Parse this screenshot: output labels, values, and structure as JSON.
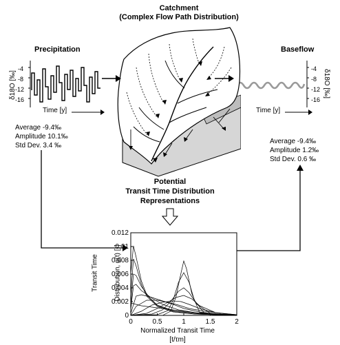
{
  "catchment": {
    "title_line1": "Catchment",
    "title_line2": "(Complex Flow Path Distribution)"
  },
  "precipitation": {
    "title": "Precipitation",
    "ylabel": "δ18O [‰]",
    "yticks": [
      "-4",
      "-8",
      "-12",
      "-16"
    ],
    "xlabel": "Time [y]",
    "stats": [
      "Average  -9.4‰",
      "Amplitude 10.1‰",
      "Std Dev. 3.4 ‰"
    ]
  },
  "baseflow": {
    "title": "Baseflow",
    "ylabel": "δ18O [‰]",
    "yticks": [
      "-4",
      "-8",
      "-12",
      "-16"
    ],
    "xlabel": "Time [y]",
    "stats": [
      "Average -9.4‰",
      "Amplitude 1.2‰",
      "Std Dev. 0.6 ‰"
    ]
  },
  "potential": {
    "line1": "Potential",
    "line2": "Transit Time Distribution",
    "line3": "Representations"
  },
  "colors": {
    "ink": "#000000",
    "baseflow_wave": "#9a9a9a",
    "shade": "#d0d0d0"
  },
  "chart_data": {
    "type": "line",
    "xlabel": "Normalized Transit Time",
    "xlabel_unit": "[t/τm]",
    "ylabel_line1": "Transit Time",
    "ylabel_line2": "Distribution, g(t) [-]",
    "xlim": [
      0,
      2
    ],
    "ylim": [
      0,
      0.012
    ],
    "xticks": [
      "0",
      "0.5",
      "1",
      "1.5",
      "2"
    ],
    "yticks": [
      "0",
      "0.002",
      "0.004",
      "0.006",
      "0.008",
      "0.01",
      "0.012"
    ],
    "series": [
      {
        "x": [
          0,
          0.05,
          0.1,
          0.2,
          0.3,
          0.5,
          0.8,
          1.2,
          1.6,
          2
        ],
        "y": [
          0.006,
          0.0101,
          0.0085,
          0.005,
          0.003,
          0.0014,
          0.0006,
          0.0002,
          0.0001,
          0.0
        ]
      },
      {
        "x": [
          0,
          0.05,
          0.1,
          0.2,
          0.3,
          0.5,
          0.8,
          1.2,
          1.6,
          2
        ],
        "y": [
          0.003,
          0.0082,
          0.0072,
          0.0045,
          0.0028,
          0.0013,
          0.0005,
          0.0002,
          0.0001,
          0.0
        ]
      },
      {
        "x": [
          0,
          0.05,
          0.1,
          0.2,
          0.35,
          0.5,
          0.8,
          1.2,
          1.6,
          2
        ],
        "y": [
          0.0015,
          0.006,
          0.0058,
          0.0042,
          0.0026,
          0.0015,
          0.0007,
          0.0003,
          0.0001,
          0.0
        ]
      },
      {
        "x": [
          0,
          0.05,
          0.1,
          0.2,
          0.4,
          0.6,
          0.9,
          1.3,
          1.7,
          2
        ],
        "y": [
          0.0008,
          0.0043,
          0.0045,
          0.0036,
          0.0025,
          0.0016,
          0.0008,
          0.0003,
          0.0001,
          0.0
        ]
      },
      {
        "x": [
          0,
          0.1,
          0.2,
          0.4,
          0.6,
          0.8,
          1,
          1.3,
          1.6,
          2
        ],
        "y": [
          0.0003,
          0.0028,
          0.003,
          0.0026,
          0.0021,
          0.0016,
          0.001,
          0.0005,
          0.0002,
          0.0
        ]
      },
      {
        "x": [
          0,
          0.1,
          0.3,
          0.5,
          0.7,
          0.9,
          1.1,
          1.4,
          1.7,
          2
        ],
        "y": [
          0.0,
          0.0013,
          0.0022,
          0.0022,
          0.0019,
          0.0015,
          0.001,
          0.0006,
          0.0003,
          0.0001
        ]
      },
      {
        "x": [
          0,
          0.2,
          0.4,
          0.6,
          0.8,
          0.95,
          1.1,
          1.3,
          1.6,
          2
        ],
        "y": [
          0.0,
          0.0006,
          0.0015,
          0.0019,
          0.0021,
          0.002,
          0.0016,
          0.001,
          0.0004,
          0.0001
        ]
      },
      {
        "x": [
          0,
          0.3,
          0.5,
          0.7,
          0.85,
          1,
          1.15,
          1.3,
          1.6,
          2
        ],
        "y": [
          0.0,
          0.0003,
          0.001,
          0.0019,
          0.0026,
          0.0029,
          0.0024,
          0.0014,
          0.0004,
          0.0
        ]
      },
      {
        "x": [
          0,
          0.4,
          0.6,
          0.75,
          0.9,
          1,
          1.1,
          1.25,
          1.5,
          2
        ],
        "y": [
          0.0,
          0.0002,
          0.0008,
          0.002,
          0.0035,
          0.004,
          0.0033,
          0.0016,
          0.0003,
          0.0
        ]
      },
      {
        "x": [
          0,
          0.5,
          0.7,
          0.8,
          0.9,
          1,
          1.1,
          1.2,
          1.4,
          2
        ],
        "y": [
          0.0,
          0.0001,
          0.0007,
          0.0022,
          0.0048,
          0.0062,
          0.0048,
          0.0022,
          0.0002,
          0.0
        ]
      },
      {
        "x": [
          0,
          0.6,
          0.75,
          0.85,
          0.95,
          1,
          1.05,
          1.15,
          1.3,
          2
        ],
        "y": [
          0.0,
          0.0,
          0.0006,
          0.0026,
          0.0062,
          0.0079,
          0.0068,
          0.0032,
          0.0004,
          0.0
        ]
      },
      {
        "x": [
          0,
          0.2,
          0.5,
          0.8,
          1.0,
          1.2,
          1.5,
          2
        ],
        "y": [
          0.0018,
          0.0014,
          0.0011,
          0.0008,
          0.0006,
          0.0004,
          0.0002,
          0.0001
        ]
      }
    ]
  }
}
